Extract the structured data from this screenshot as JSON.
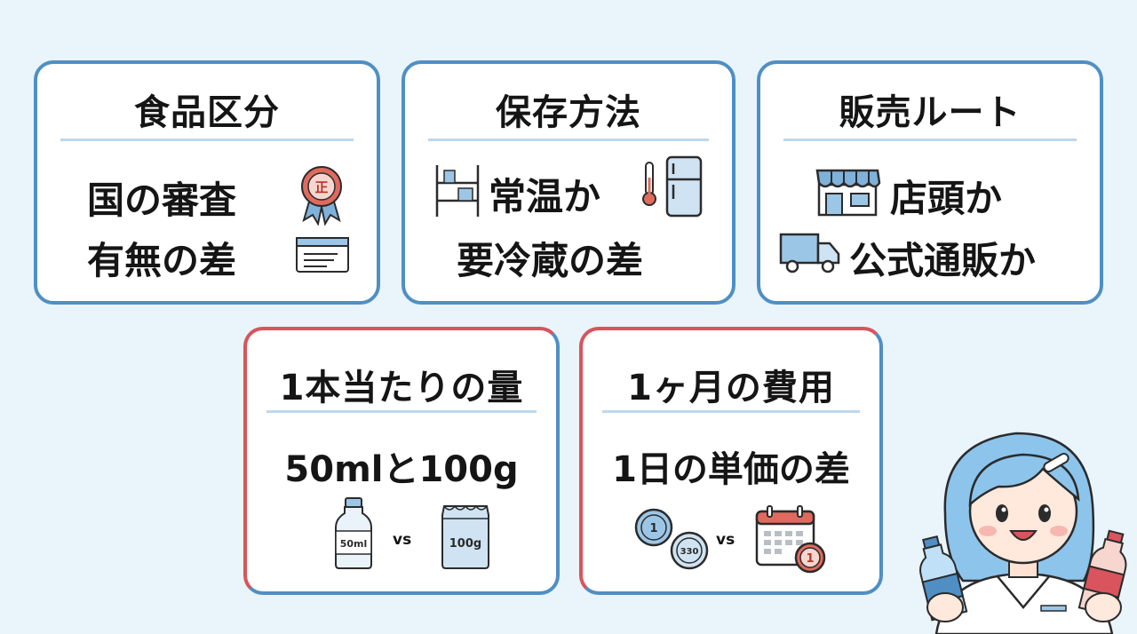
{
  "cards": {
    "food": {
      "title": "食品区分",
      "line1": "国の審査",
      "line2": "有無の差",
      "seal_char": "正"
    },
    "storage": {
      "title": "保存方法",
      "line1": "常温か",
      "line2": "要冷蔵の差"
    },
    "sales": {
      "title": "販売ルート",
      "line1": "店頭か",
      "line2": "公式通販か"
    },
    "amount": {
      "title": "1本当たりの量",
      "line1": "50mlと100g",
      "bottle_label": "50ml",
      "vs": "vs",
      "bag_label": "100g"
    },
    "monthly": {
      "title": "1ヶ月の費用",
      "line1": "1日の単価の差",
      "coin1": "1",
      "coin2": "330",
      "vs": "vs",
      "coin3": "1"
    }
  },
  "colors": {
    "border_blue": "#4f8fc4",
    "border_red": "#d9545c",
    "background": "#e9f4fb",
    "divider": "#bcd8ec"
  }
}
